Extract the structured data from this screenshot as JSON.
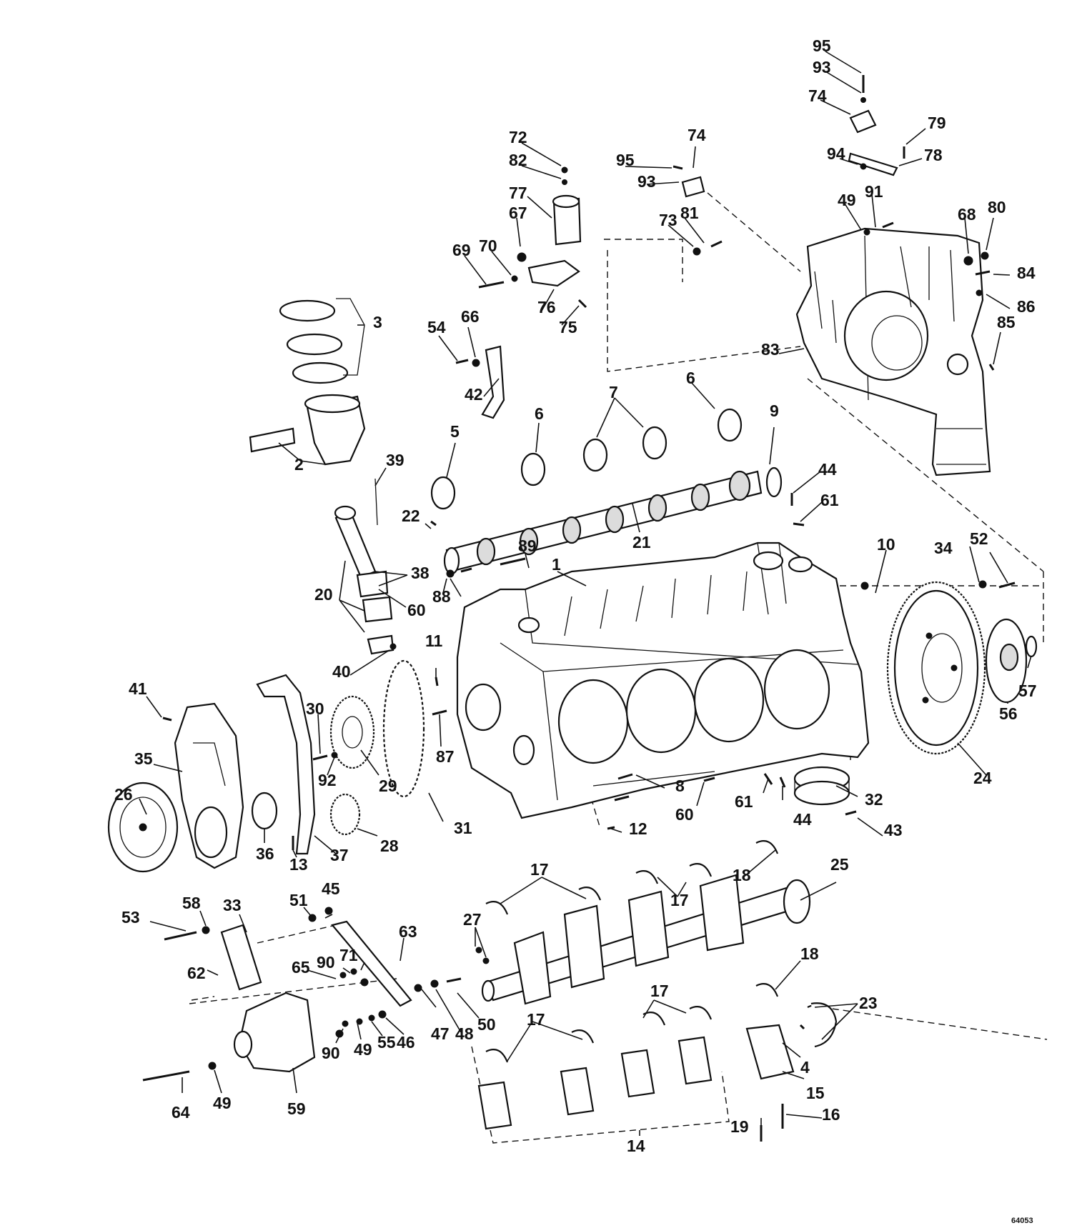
{
  "figure_code": "64053",
  "labels": [
    {
      "id": "95a",
      "text": "95"
    },
    {
      "id": "93a",
      "text": "93"
    },
    {
      "id": "74a",
      "text": "74"
    },
    {
      "id": "79",
      "text": "79"
    },
    {
      "id": "94",
      "text": "94"
    },
    {
      "id": "78",
      "text": "78"
    },
    {
      "id": "74b",
      "text": "74"
    },
    {
      "id": "95b",
      "text": "95"
    },
    {
      "id": "93b",
      "text": "93"
    },
    {
      "id": "72",
      "text": "72"
    },
    {
      "id": "82",
      "text": "82"
    },
    {
      "id": "77",
      "text": "77"
    },
    {
      "id": "67",
      "text": "67"
    },
    {
      "id": "69",
      "text": "69"
    },
    {
      "id": "70",
      "text": "70"
    },
    {
      "id": "76",
      "text": "76"
    },
    {
      "id": "75",
      "text": "75"
    },
    {
      "id": "73",
      "text": "73"
    },
    {
      "id": "81",
      "text": "81"
    },
    {
      "id": "49a",
      "text": "49"
    },
    {
      "id": "91",
      "text": "91"
    },
    {
      "id": "68",
      "text": "68"
    },
    {
      "id": "80",
      "text": "80"
    },
    {
      "id": "84",
      "text": "84"
    },
    {
      "id": "86",
      "text": "86"
    },
    {
      "id": "85",
      "text": "85"
    },
    {
      "id": "83",
      "text": "83"
    },
    {
      "id": "3",
      "text": "3"
    },
    {
      "id": "54",
      "text": "54"
    },
    {
      "id": "66",
      "text": "66"
    },
    {
      "id": "42",
      "text": "42"
    },
    {
      "id": "5",
      "text": "5"
    },
    {
      "id": "6a",
      "text": "6"
    },
    {
      "id": "7",
      "text": "7"
    },
    {
      "id": "6b",
      "text": "6"
    },
    {
      "id": "9",
      "text": "9"
    },
    {
      "id": "2",
      "text": "2"
    },
    {
      "id": "39",
      "text": "39"
    },
    {
      "id": "44a",
      "text": "44"
    },
    {
      "id": "61a",
      "text": "61"
    },
    {
      "id": "22",
      "text": "22"
    },
    {
      "id": "21",
      "text": "21"
    },
    {
      "id": "89",
      "text": "89"
    },
    {
      "id": "1",
      "text": "1"
    },
    {
      "id": "10",
      "text": "10"
    },
    {
      "id": "34",
      "text": "34"
    },
    {
      "id": "52",
      "text": "52"
    },
    {
      "id": "38",
      "text": "38"
    },
    {
      "id": "20",
      "text": "20"
    },
    {
      "id": "60a",
      "text": "60"
    },
    {
      "id": "88",
      "text": "88"
    },
    {
      "id": "11",
      "text": "11"
    },
    {
      "id": "40",
      "text": "40"
    },
    {
      "id": "57",
      "text": "57"
    },
    {
      "id": "56",
      "text": "56"
    },
    {
      "id": "41",
      "text": "41"
    },
    {
      "id": "30",
      "text": "30"
    },
    {
      "id": "87",
      "text": "87"
    },
    {
      "id": "35",
      "text": "35"
    },
    {
      "id": "92",
      "text": "92"
    },
    {
      "id": "29",
      "text": "29"
    },
    {
      "id": "26",
      "text": "26"
    },
    {
      "id": "8",
      "text": "8"
    },
    {
      "id": "60b",
      "text": "60"
    },
    {
      "id": "61b",
      "text": "61"
    },
    {
      "id": "44b",
      "text": "44"
    },
    {
      "id": "32",
      "text": "32"
    },
    {
      "id": "24",
      "text": "24"
    },
    {
      "id": "31",
      "text": "31"
    },
    {
      "id": "28",
      "text": "28"
    },
    {
      "id": "12",
      "text": "12"
    },
    {
      "id": "43",
      "text": "43"
    },
    {
      "id": "36",
      "text": "36"
    },
    {
      "id": "13",
      "text": "13"
    },
    {
      "id": "37",
      "text": "37"
    },
    {
      "id": "17a",
      "text": "17"
    },
    {
      "id": "17b",
      "text": "17"
    },
    {
      "id": "18a",
      "text": "18"
    },
    {
      "id": "25",
      "text": "25"
    },
    {
      "id": "58",
      "text": "58"
    },
    {
      "id": "45",
      "text": "45"
    },
    {
      "id": "51",
      "text": "51"
    },
    {
      "id": "33",
      "text": "33"
    },
    {
      "id": "53",
      "text": "53"
    },
    {
      "id": "63",
      "text": "63"
    },
    {
      "id": "27",
      "text": "27"
    },
    {
      "id": "62",
      "text": "62"
    },
    {
      "id": "65",
      "text": "65"
    },
    {
      "id": "90a",
      "text": "90"
    },
    {
      "id": "71",
      "text": "71"
    },
    {
      "id": "18b",
      "text": "18"
    },
    {
      "id": "17c",
      "text": "17"
    },
    {
      "id": "23",
      "text": "23"
    },
    {
      "id": "50",
      "text": "50"
    },
    {
      "id": "47",
      "text": "47"
    },
    {
      "id": "48",
      "text": "48"
    },
    {
      "id": "17d",
      "text": "17"
    },
    {
      "id": "46",
      "text": "46"
    },
    {
      "id": "55",
      "text": "55"
    },
    {
      "id": "49b",
      "text": "49"
    },
    {
      "id": "90b",
      "text": "90"
    },
    {
      "id": "4",
      "text": "4"
    },
    {
      "id": "15",
      "text": "15"
    },
    {
      "id": "64",
      "text": "64"
    },
    {
      "id": "49c",
      "text": "49"
    },
    {
      "id": "59",
      "text": "59"
    },
    {
      "id": "19",
      "text": "19"
    },
    {
      "id": "16",
      "text": "16"
    },
    {
      "id": "14",
      "text": "14"
    }
  ]
}
